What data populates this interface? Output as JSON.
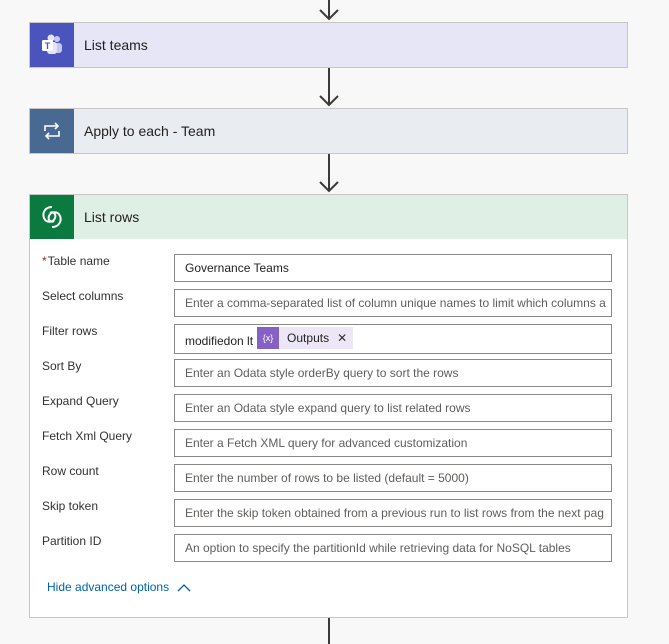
{
  "flow": {
    "step_list_teams": {
      "title": "List teams",
      "icon": "teams-icon"
    },
    "step_apply_each": {
      "title": "Apply to each - Team",
      "icon": "loop-icon"
    },
    "step_list_rows": {
      "title": "List rows",
      "icon": "dataverse-icon",
      "fields": [
        {
          "label": "Table name",
          "required": true,
          "value": "Governance Teams",
          "placeholder": ""
        },
        {
          "label": "Select columns",
          "required": false,
          "value": "",
          "placeholder": "Enter a comma-separated list of column unique names to limit which columns a"
        },
        {
          "label": "Filter rows",
          "required": false,
          "value": "modifiedon lt",
          "token": "Outputs",
          "token_icon": "{x}"
        },
        {
          "label": "Sort By",
          "required": false,
          "value": "",
          "placeholder": "Enter an Odata style orderBy query to sort the rows"
        },
        {
          "label": "Expand Query",
          "required": false,
          "value": "",
          "placeholder": "Enter an Odata style expand query to list related rows"
        },
        {
          "label": "Fetch Xml Query",
          "required": false,
          "value": "",
          "placeholder": "Enter a Fetch XML query for advanced customization"
        },
        {
          "label": "Row count",
          "required": false,
          "value": "",
          "placeholder": "Enter the number of rows to be listed (default = 5000)"
        },
        {
          "label": "Skip token",
          "required": false,
          "value": "",
          "placeholder": "Enter the skip token obtained from a previous run to list rows from the next pag"
        },
        {
          "label": "Partition ID",
          "required": false,
          "value": "",
          "placeholder": "An option to specify the partitionId while retrieving data for NoSQL tables"
        }
      ],
      "hide_advanced_label": "Hide advanced options"
    }
  },
  "colors": {
    "teams_accent": "#4b53bc",
    "loop_accent": "#486991",
    "dataverse_accent": "#0a7a3e",
    "link": "#0062ad",
    "token_icon": "#8661c5"
  }
}
